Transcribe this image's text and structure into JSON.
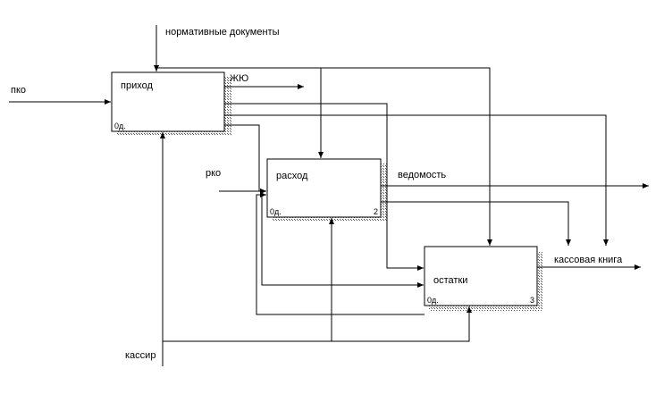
{
  "blocks": [
    {
      "label": "приход",
      "id_text": "0д.",
      "num": ""
    },
    {
      "label": "расход",
      "id_text": "0д.",
      "num": "2"
    },
    {
      "label": "остатки",
      "id_text": "0д.",
      "num": "3"
    }
  ],
  "arrows": {
    "control": "нормативные документы",
    "input_pko": "пко",
    "input_rko": "рко",
    "output_zhuo": "ЖЮ",
    "output_vedomost": "ведомость",
    "output_kassa": "кассовая книга",
    "mechanism": "кассир"
  }
}
